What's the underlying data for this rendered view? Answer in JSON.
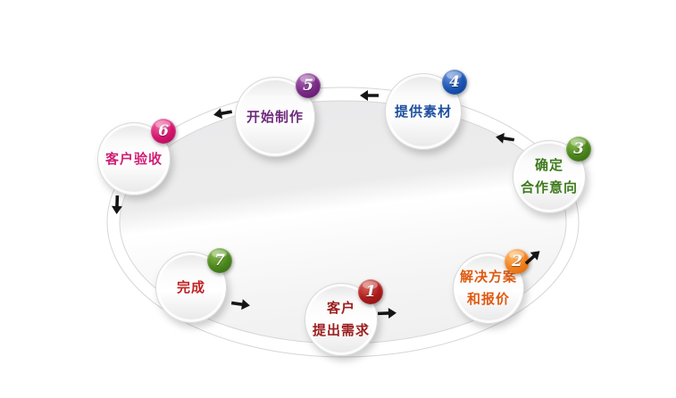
{
  "diagram": {
    "type": "cycle",
    "steps": [
      {
        "number": "1",
        "label": "客户\n提出需求",
        "badge_color_light": "#d96a5e",
        "badge_color": "#ad1c1c",
        "badge_color_dark": "#7c0c0c",
        "text_color": "#9c1e1e"
      },
      {
        "number": "2",
        "label": "解决方案\n和报价",
        "badge_color_light": "#ffbe6a",
        "badge_color": "#f08020",
        "badge_color_dark": "#d96400",
        "text_color": "#e05a10"
      },
      {
        "number": "3",
        "label": "确定\n合作意向",
        "badge_color_light": "#8cbc52",
        "badge_color": "#4b871c",
        "badge_color_dark": "#2f6110",
        "text_color": "#3e7a1c"
      },
      {
        "number": "4",
        "label": "提供素材",
        "badge_color_light": "#6e93d8",
        "badge_color": "#1c55b4",
        "badge_color_dark": "#0b3686",
        "text_color": "#1e4fa0"
      },
      {
        "number": "5",
        "label": "开始制作",
        "badge_color_light": "#a964b4",
        "badge_color": "#7b2b86",
        "badge_color_dark": "#521061",
        "text_color": "#6f2a7d"
      },
      {
        "number": "6",
        "label": "客户验收",
        "badge_color_light": "#ee6ba6",
        "badge_color": "#d5156e",
        "badge_color_dark": "#a00a50",
        "text_color": "#d11d74"
      },
      {
        "number": "7",
        "label": "完成",
        "badge_color_light": "#8cbc52",
        "badge_color": "#4b871c",
        "badge_color_dark": "#2f6110",
        "text_color": "#c22222"
      }
    ],
    "flow": [
      {
        "from": "1",
        "to": "2"
      },
      {
        "from": "2",
        "to": "3"
      },
      {
        "from": "3",
        "to": "4"
      },
      {
        "from": "4",
        "to": "5"
      },
      {
        "from": "5",
        "to": "6"
      },
      {
        "from": "6",
        "to": "7"
      },
      {
        "from": "7",
        "to": "1"
      }
    ],
    "colors": {
      "arrow": "#151515",
      "ring_stroke": "#d6d6d6",
      "ring_band_fill": "#ffffff",
      "interior_gray": "#ebebec",
      "background": "#ffffff"
    }
  }
}
